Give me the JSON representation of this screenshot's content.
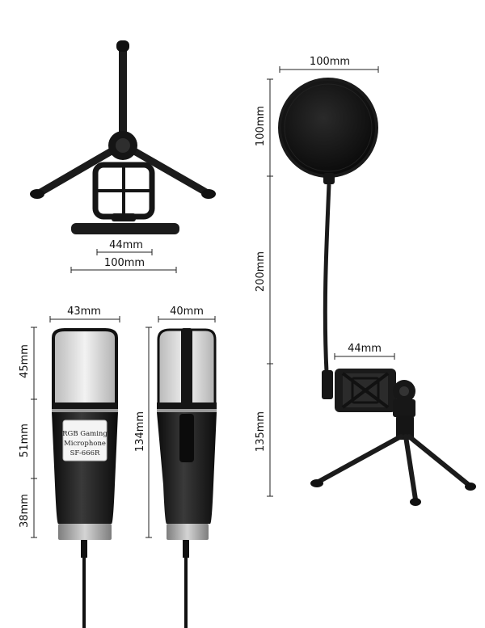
{
  "dimensions": {
    "tripod_inner_width": "44mm",
    "tripod_outer_width": "100mm",
    "mic_front_width": "43mm",
    "mic_side_width": "40mm",
    "mic_head_height": "45mm",
    "mic_body_height": "51mm",
    "mic_base_height": "38mm",
    "mic_total_height": "134mm",
    "pop_filter_width": "100mm",
    "pop_filter_height": "100mm",
    "gooseneck_length": "200mm",
    "shock_mount_width": "44mm",
    "stand_height": "135mm"
  },
  "mic_label": {
    "line1": "RGB Gaming",
    "line2": "Microphone",
    "line3": "SF-666R"
  },
  "colors": {
    "body": "#1a1a1a",
    "grille": "#d9d9d9",
    "ring": "#a8a8a8",
    "dimension_line": "#222222"
  }
}
